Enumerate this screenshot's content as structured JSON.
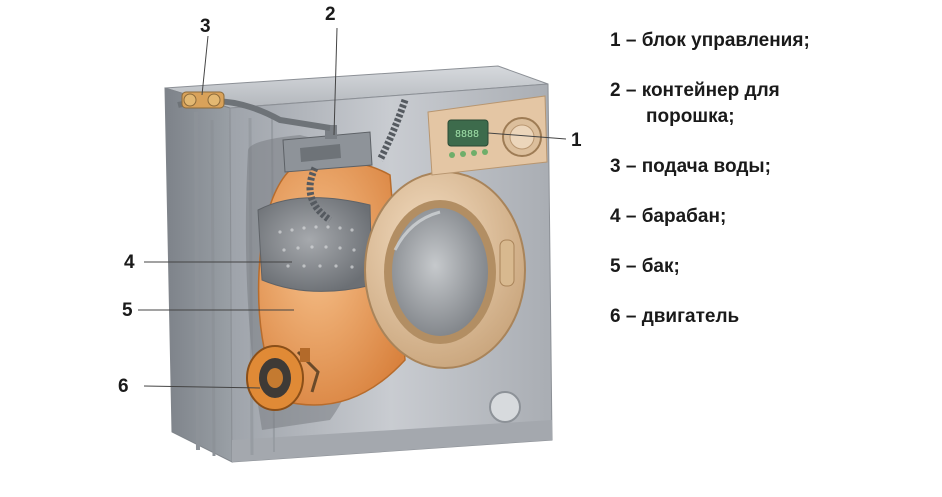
{
  "callouts": [
    {
      "num": "1"
    },
    {
      "num": "2"
    },
    {
      "num": "3"
    },
    {
      "num": "4"
    },
    {
      "num": "5"
    },
    {
      "num": "6"
    }
  ],
  "legend": [
    {
      "lines": [
        "1 – блок управления;"
      ]
    },
    {
      "lines": [
        "2 – контейнер для",
        "порошка;"
      ]
    },
    {
      "lines": [
        "3 – подача воды;"
      ]
    },
    {
      "lines": [
        "4 – барабан;"
      ]
    },
    {
      "lines": [
        "5 – бак;"
      ]
    },
    {
      "lines": [
        "6 – двигатель"
      ]
    }
  ],
  "colors": {
    "body_gray": "#b8bcc2",
    "panel_beige": "#e8c8a8",
    "drum_orange": "#e89a5c",
    "tank_orange": "#f0a868",
    "door_beige": "#e8c9a0"
  }
}
